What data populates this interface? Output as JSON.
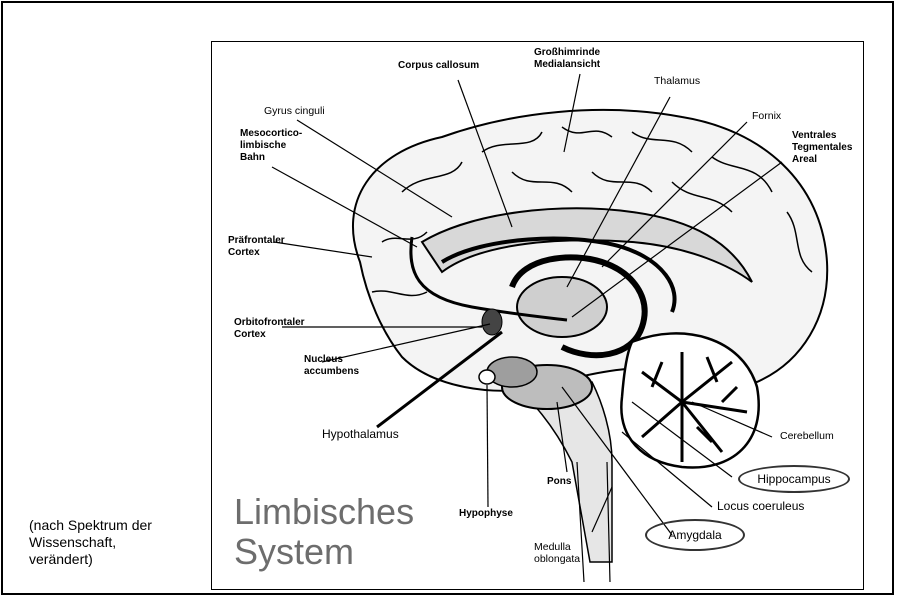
{
  "source_note": "(nach Spektrum der\nWissenschaft,\nverändert)",
  "title": "Limbisches\nSystem",
  "labels": {
    "corpus_callosum": "Corpus callosum",
    "grosshirnrinde": "Großhimrinde\nMedialansicht",
    "thalamus": "Thalamus",
    "fornix": "Fornix",
    "vta": "Ventrales\nTegmentales\nAreal",
    "gyrus_cinguli": "Gyrus cinguli",
    "mesocortico": "Mesocortico-\nlimbische\nBahn",
    "praefrontaler": "Präfrontaler\nCortex",
    "orbitofrontaler": "Orbitofrontaler\nCortex",
    "nucleus_accumbens": "Nucleus\naccumbens",
    "hypothalamus": "Hypothalamus",
    "hypophyse": "Hypophyse",
    "pons": "Pons",
    "medulla": "Medulla\noblongata",
    "cerebellum": "Cerebellum",
    "hippocampus": "Hippocampus",
    "locus_coeruleus": "Locus coeruleus",
    "amygdala": "Amygdala"
  },
  "colors": {
    "title": "#6d6d6d",
    "ink": "#000000",
    "shade": "#8a8a8a"
  }
}
